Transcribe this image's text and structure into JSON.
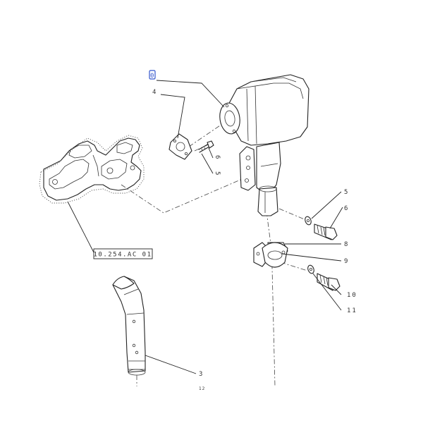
{
  "colors": {
    "ink": "#222222",
    "background": "#ffffff",
    "highlight": "#3355cc"
  },
  "callouts": {
    "item_0": "0",
    "item_4": "4",
    "item_6a": "6",
    "item_5a": "5",
    "item_5b": "5",
    "item_6b": "6",
    "item_8": "8",
    "item_9": "9",
    "item_10": "10",
    "item_11": "11",
    "item_3": "3",
    "item_12": "12",
    "reference_box": "10.254.AC 01"
  }
}
